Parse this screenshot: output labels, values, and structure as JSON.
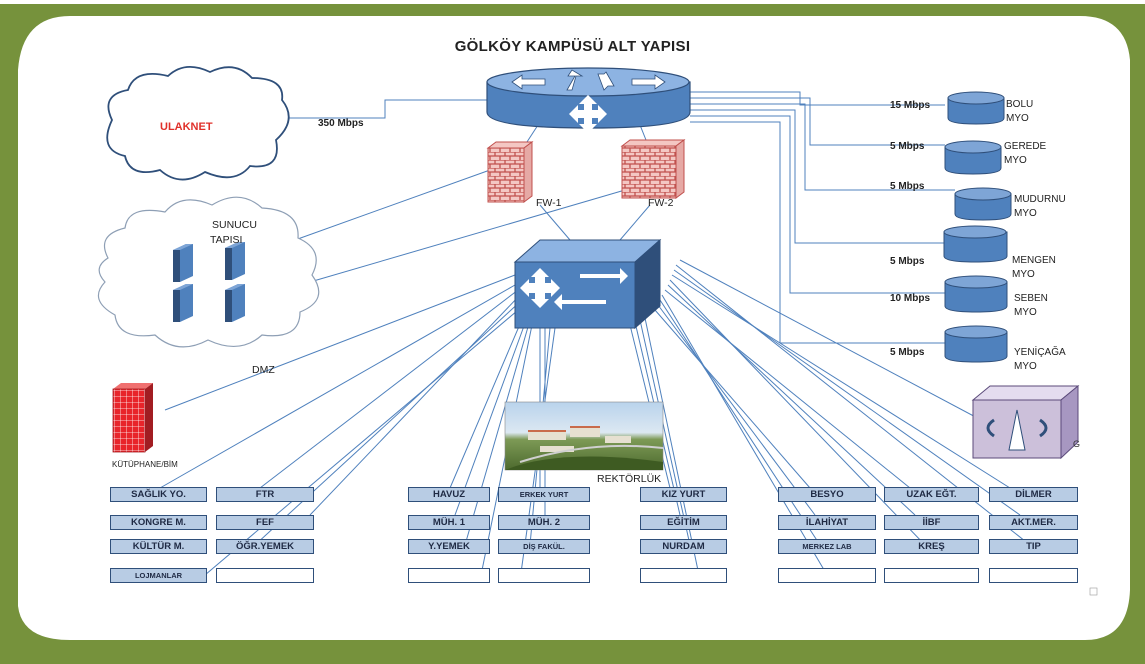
{
  "title": "GÖLKÖY KAMPÜSÜ ALT YAPISI",
  "ulaknet": {
    "label": "ULAKNET",
    "speed": "350 Mbps"
  },
  "sunucu": {
    "label_line1": "SUNUCU",
    "label_line2": "TAPISI"
  },
  "firewalls": [
    {
      "label": "FW-1"
    },
    {
      "label": "FW-2"
    }
  ],
  "dmz": "DMZ",
  "kutuphane": "KÜTÜPHANE/BİM",
  "rektorluk": "REKTÖRLÜK",
  "myos": [
    {
      "speed": "15 Mbps",
      "name": "BOLU",
      "suffix": "MYO"
    },
    {
      "speed": "5 Mbps",
      "name": "GEREDE",
      "suffix": "MYO"
    },
    {
      "speed": "5 Mbps",
      "name": "MUDURNU",
      "suffix": "MYO"
    },
    {
      "speed": "5 Mbps",
      "name": "MENGEN",
      "suffix": "MYO"
    },
    {
      "speed": "10 Mbps",
      "name": "SEBEN",
      "suffix": "MYO"
    },
    {
      "speed": "5 Mbps",
      "name": "YENİÇAĞA",
      "suffix": "MYO"
    }
  ],
  "buildings": {
    "row1": [
      "SAĞLIK YO.",
      "FTR",
      "HAVUZ",
      "ERKEK YURT",
      "KIZ YURT",
      "BESYO",
      "UZAK EĞT.",
      "DİLMER"
    ],
    "row2": [
      "KONGRE M.",
      "FEF",
      "MÜH. 1",
      "MÜH. 2",
      "EĞİTİM",
      "İLAHİYAT",
      "İİBF",
      "AKT.MER."
    ],
    "row3": [
      "KÜLTÜR M.",
      "ÖĞR.YEMEK",
      "Y.YEMEK",
      "DİŞ FAKÜL.",
      "NURDAM",
      "MERKEZ LAB",
      "KREŞ",
      "TIP"
    ],
    "row4": [
      "LOJMANLAR",
      "",
      "",
      "",
      "",
      "",
      "",
      ""
    ]
  },
  "colors": {
    "frame_green": "#76923c",
    "device_blue": "#4f81bd",
    "device_dark": "#2f4f7a",
    "firewall_red": "#c0504d",
    "label_red": "#e0302a",
    "box_fill": "#b8cce4",
    "lavender": "#ccc0da"
  },
  "icons": [
    "core-router-icon",
    "firewall-icon",
    "switch-icon",
    "cloud-icon",
    "server-icon",
    "database-icon",
    "building-icon",
    "photo",
    "wireless-device-icon"
  ]
}
